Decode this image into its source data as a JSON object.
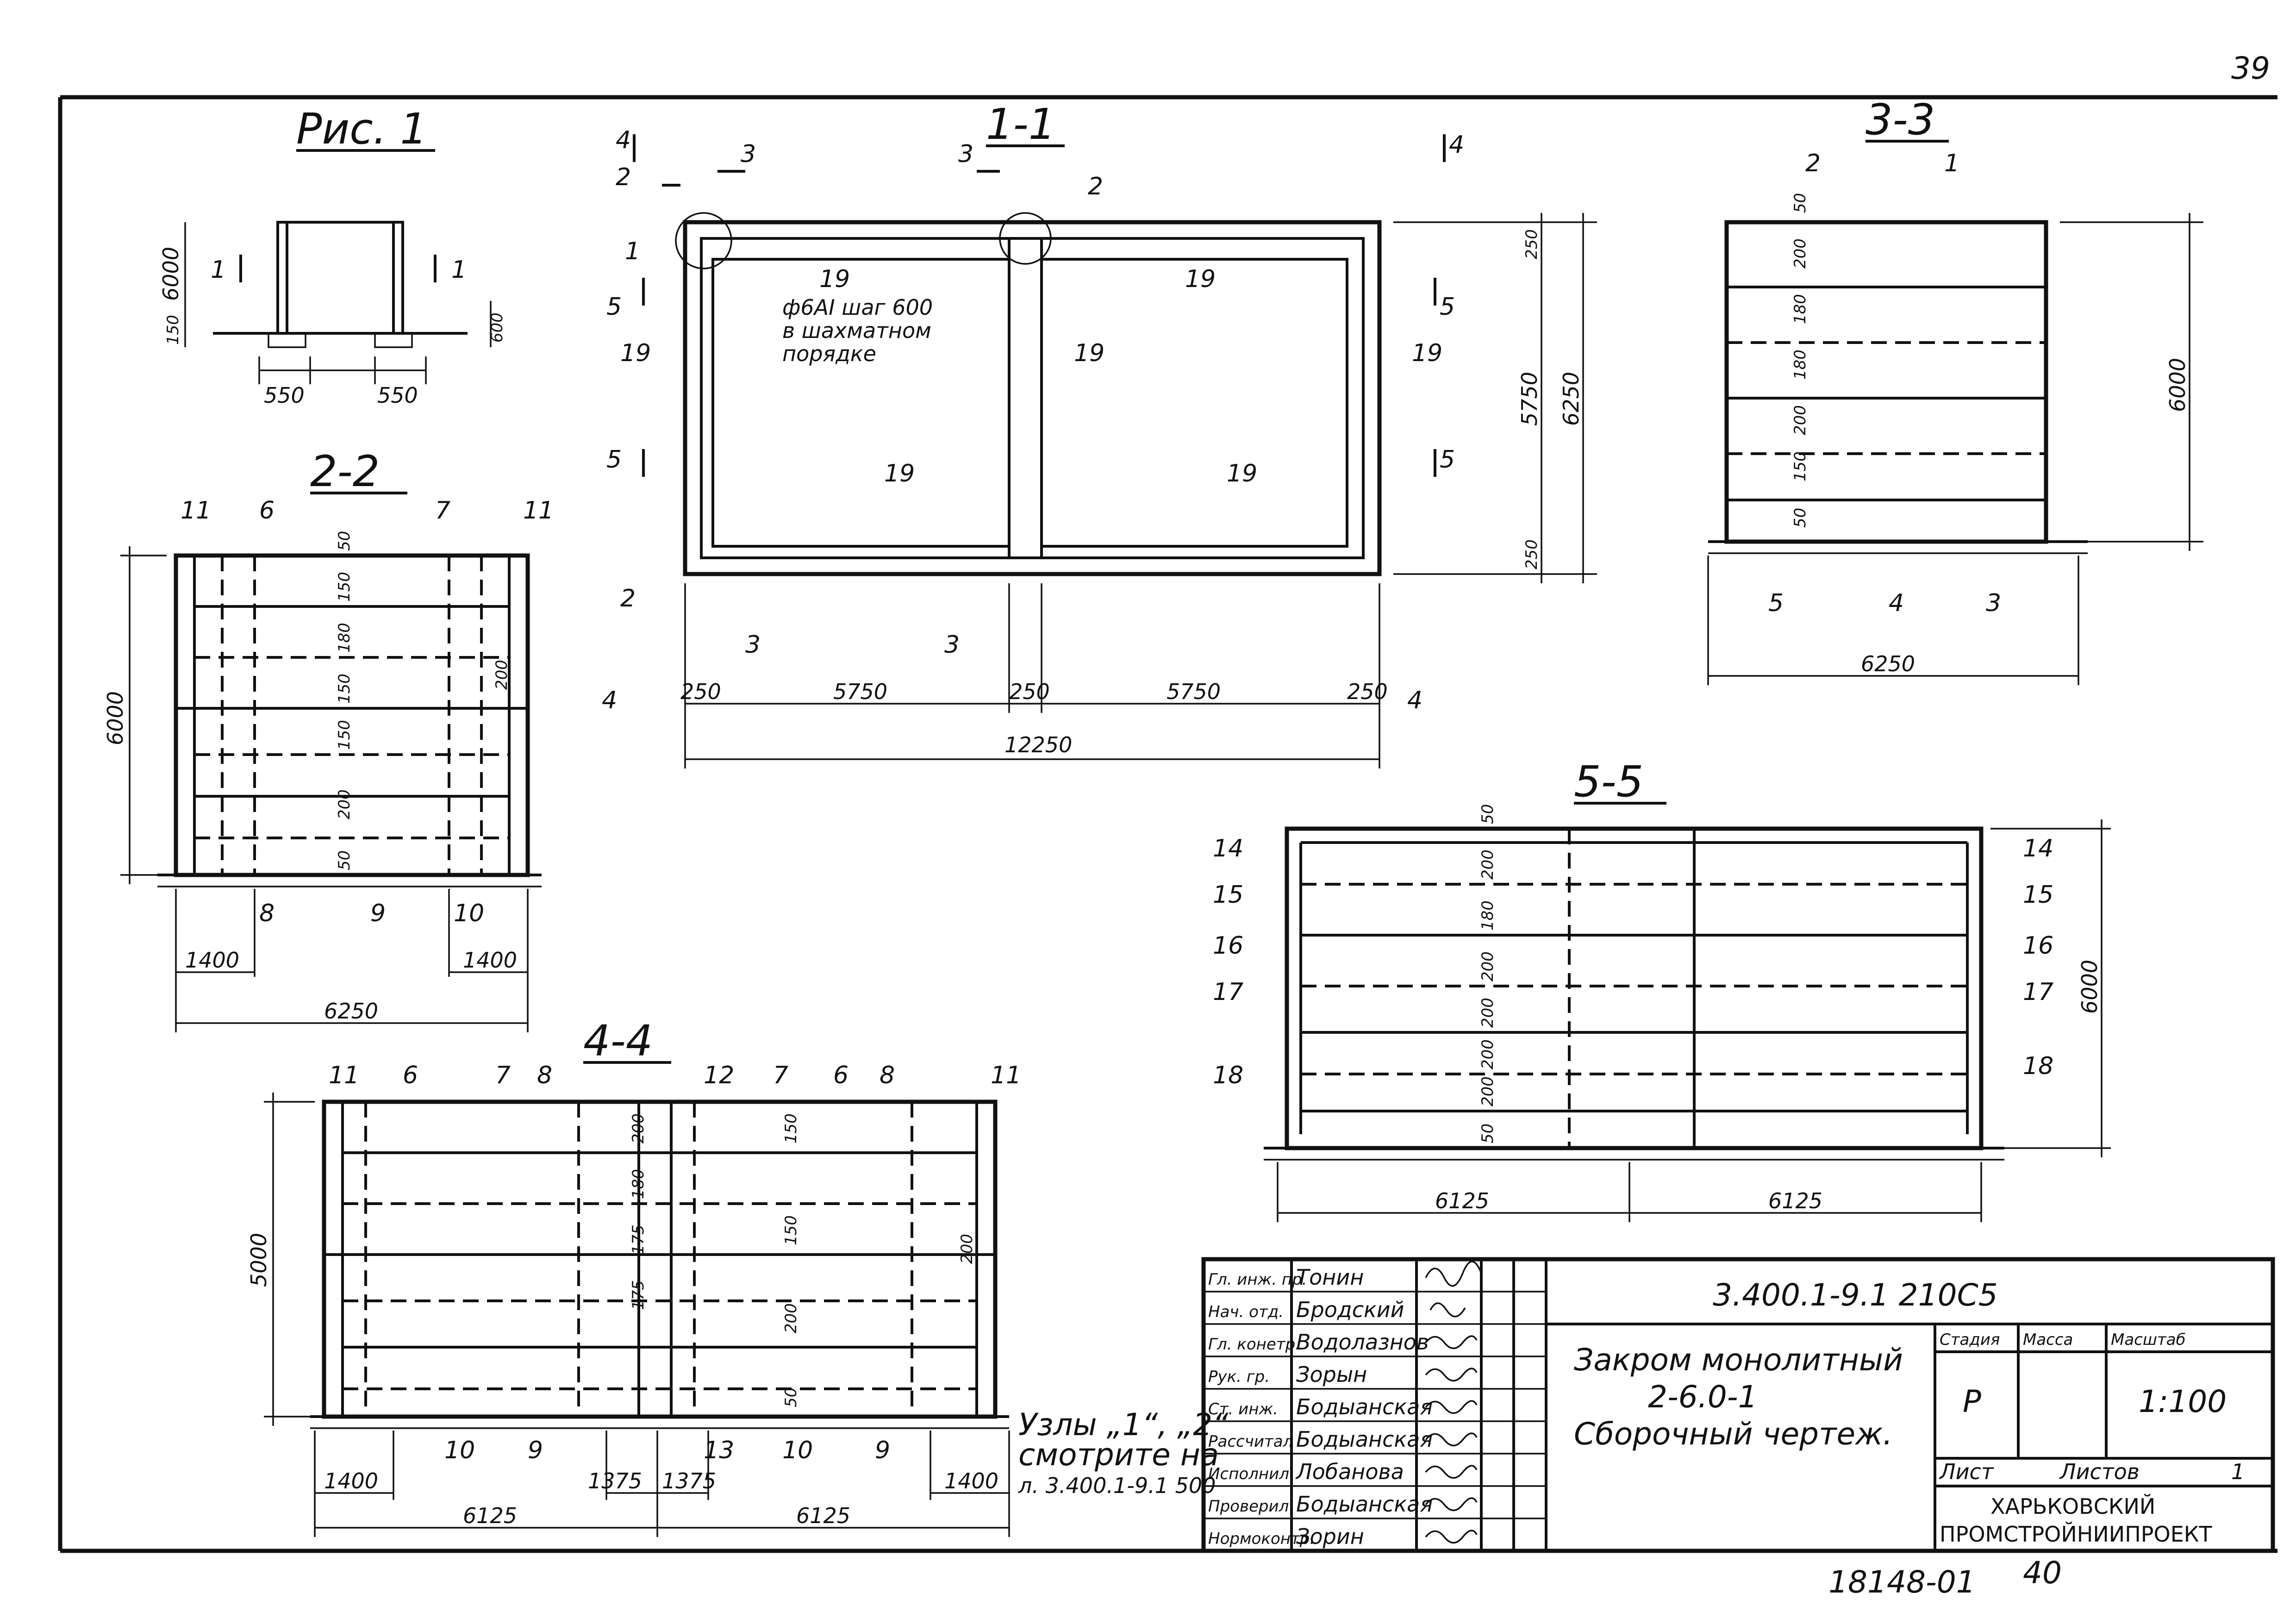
{
  "page": {
    "number": "39",
    "footer_code": "18148-01",
    "footer_number": "40"
  },
  "fig1": {
    "title": "Рис. 1",
    "dims": [
      "6000",
      "150",
      "600",
      "550",
      "550"
    ],
    "cut": "1"
  },
  "sec11": {
    "title": "1-1",
    "note": [
      "ф6АI шаг 600",
      "в шахматном",
      "порядке"
    ],
    "marks": [
      "1",
      "2",
      "3",
      "4",
      "5",
      "19"
    ],
    "dims_h": [
      "250",
      "5750",
      "250",
      "5750",
      "250"
    ],
    "total": "12250",
    "dims_v": [
      "250",
      "5750",
      "250"
    ],
    "total_v": "6250"
  },
  "sec33": {
    "title": "3-3",
    "marks": [
      "1",
      "2",
      "3",
      "4",
      "5"
    ],
    "dims": [
      "50",
      "200",
      "180",
      "180",
      "200",
      "150",
      "50"
    ],
    "width": "6250",
    "height": "6000"
  },
  "sec22": {
    "title": "2-2",
    "marks": [
      "6",
      "7",
      "8",
      "9",
      "10",
      "11"
    ],
    "dims": [
      "50",
      "150",
      "180",
      "150",
      "150",
      "200",
      "50",
      "200"
    ],
    "w1": "1400",
    "w2": "1400",
    "width": "6250",
    "height": "6000"
  },
  "sec55": {
    "title": "5-5",
    "left_marks": [
      "14",
      "15",
      "16",
      "17",
      "18"
    ],
    "right_marks": [
      "14",
      "15",
      "16",
      "17",
      "18"
    ],
    "dims": [
      "50",
      "200",
      "180",
      "200",
      "200",
      "200",
      "200",
      "50"
    ],
    "w1": "6125",
    "w2": "6125",
    "height": "6000"
  },
  "sec44": {
    "title": "4-4",
    "top_marks": [
      "11",
      "6",
      "7",
      "8",
      "12",
      "7",
      "6",
      "8",
      "11"
    ],
    "bottom_marks": [
      "10",
      "9",
      "13",
      "10",
      "9"
    ],
    "dims": [
      "200",
      "150",
      "180",
      "150",
      "200",
      "50",
      "175",
      "175",
      "200"
    ],
    "w": [
      "1400",
      "1375",
      "1375",
      "1400"
    ],
    "totals": [
      "6125",
      "6125"
    ],
    "height": "5000"
  },
  "note": [
    "Узлы „1“, „2“",
    "смотрите на",
    "л. 3.400.1-9.1 500"
  ],
  "stamp": {
    "roles": [
      "Гл. инж. пр.",
      "Нач. отд.",
      "Гл. конетр.",
      "Рук. гр.",
      "Ст. инж.",
      "Рассчитал",
      "Исполнил",
      "Проверил",
      "Нормоконтр."
    ],
    "names": [
      "Тонин",
      "Бродский",
      "Водолазнов",
      "Зорын",
      "Бодыанская",
      "Бодыанская",
      "Лобанова",
      "Бодыанская",
      "Зорин"
    ],
    "code": "3.400.1-9.1 210С5",
    "title": [
      "Закром монолитный",
      "2-6.0-1",
      "Сборочный чертеж."
    ],
    "h_stage": "Стадия",
    "h_mass": "Масса",
    "h_scale": "Масштаб",
    "stage": "Р",
    "scale": "1:100",
    "sheet": "Лист",
    "sheets": "Листов",
    "sheets_count": "1",
    "org": [
      "ХАРЬКОВСКИЙ",
      "ПРОМСТРОЙНИИПРОЕКТ"
    ]
  }
}
